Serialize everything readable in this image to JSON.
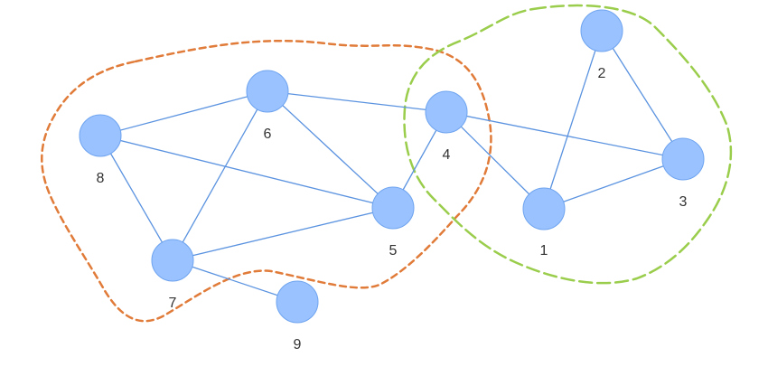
{
  "colors": {
    "background": "#ffffff",
    "node_fill": "#99c2ff",
    "node_stroke": "#6fa4ef",
    "edge": "#5b93e0",
    "label": "#333333",
    "community_a": "#e07b39",
    "community_b": "#9acd4b"
  },
  "nodes": [
    {
      "id": "1",
      "label": "1"
    },
    {
      "id": "2",
      "label": "2"
    },
    {
      "id": "3",
      "label": "3"
    },
    {
      "id": "4",
      "label": "4"
    },
    {
      "id": "5",
      "label": "5"
    },
    {
      "id": "6",
      "label": "6"
    },
    {
      "id": "7",
      "label": "7"
    },
    {
      "id": "8",
      "label": "8"
    },
    {
      "id": "9",
      "label": "9"
    }
  ],
  "edges": [
    [
      "8",
      "6"
    ],
    [
      "8",
      "5"
    ],
    [
      "8",
      "7"
    ],
    [
      "6",
      "7"
    ],
    [
      "6",
      "5"
    ],
    [
      "6",
      "4"
    ],
    [
      "7",
      "5"
    ],
    [
      "7",
      "9"
    ],
    [
      "5",
      "4"
    ],
    [
      "4",
      "1"
    ],
    [
      "4",
      "3"
    ],
    [
      "1",
      "2"
    ],
    [
      "1",
      "3"
    ],
    [
      "2",
      "3"
    ]
  ],
  "communities": [
    {
      "name": "community-orange",
      "color": "#e07b39",
      "members": [
        "4",
        "5",
        "6",
        "7",
        "8"
      ]
    },
    {
      "name": "community-green",
      "color": "#9acd4b",
      "members": [
        "1",
        "2",
        "3",
        "4"
      ]
    }
  ]
}
